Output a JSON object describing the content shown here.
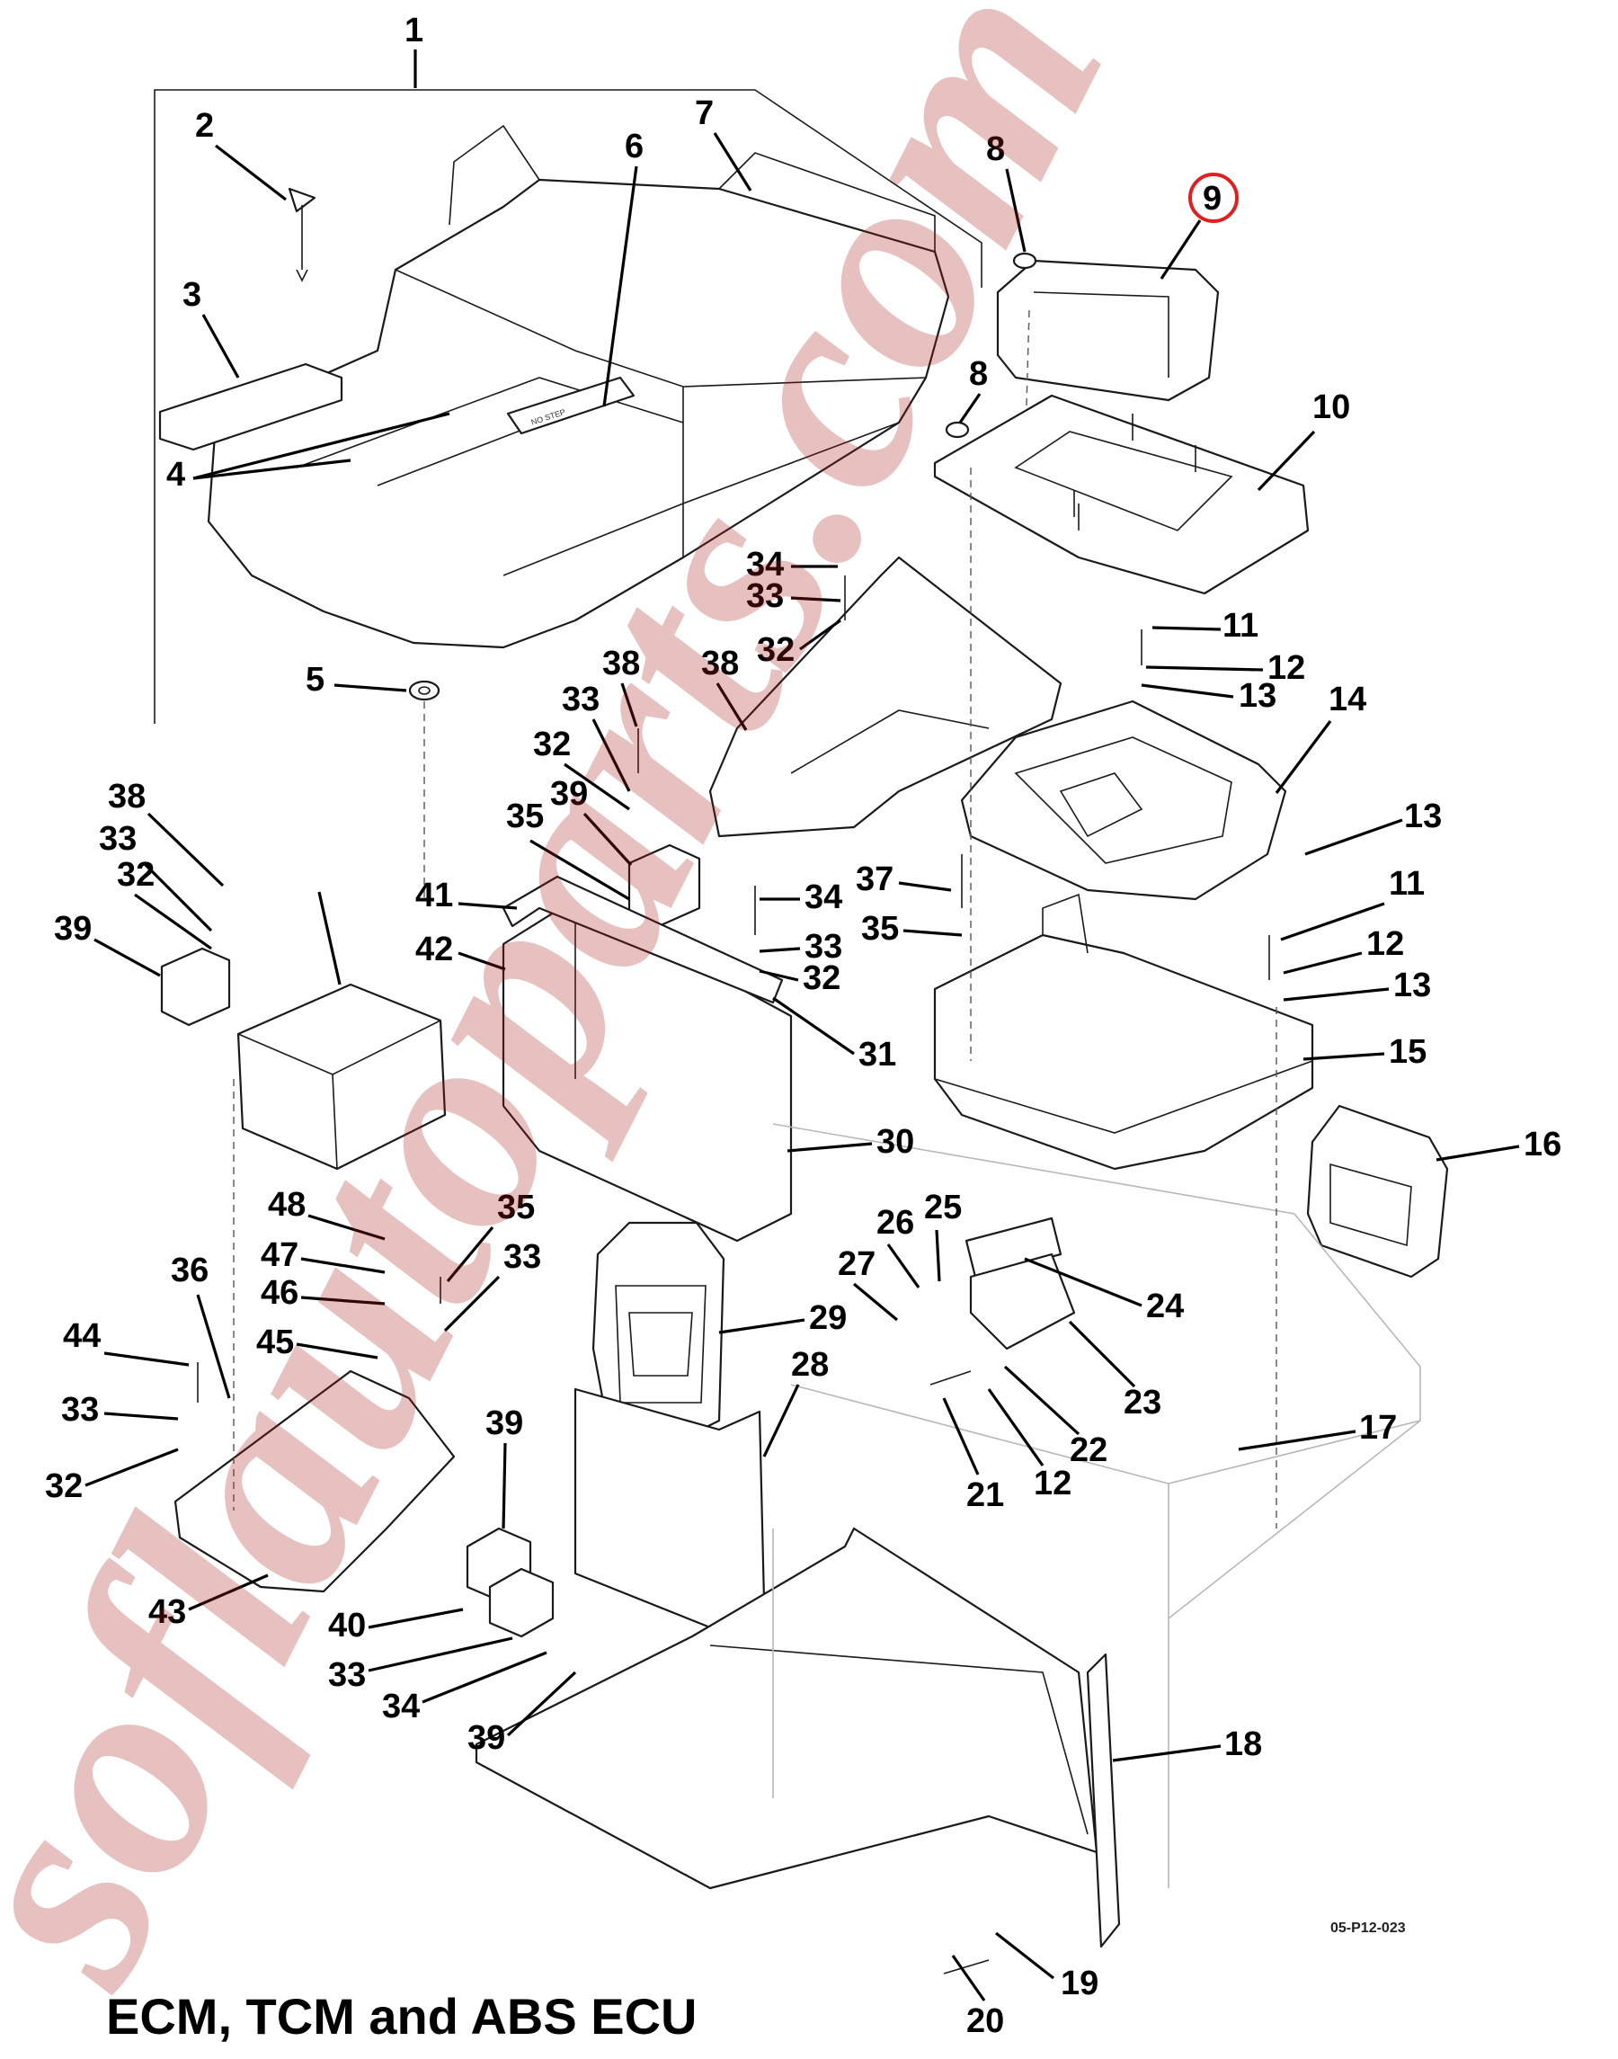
{
  "title": "ECM, TCM and ABS ECU",
  "figure_id": "05-P12-023",
  "watermark_text": "soflautoparts.com",
  "highlighted_callout": "9",
  "highlight_color": "#e02020",
  "watermark_color": "#a81d1d",
  "callouts": [
    "1",
    "2",
    "3",
    "4",
    "5",
    "6",
    "7",
    "8",
    "8",
    "9",
    "10",
    "11",
    "11",
    "12",
    "12",
    "12",
    "13",
    "13",
    "13",
    "14",
    "15",
    "16",
    "17",
    "18",
    "19",
    "20",
    "21",
    "22",
    "23",
    "24",
    "25",
    "26",
    "27",
    "28",
    "29",
    "30",
    "31",
    "32",
    "32",
    "32",
    "32",
    "32",
    "33",
    "33",
    "33",
    "33",
    "33",
    "33",
    "33",
    "34",
    "34",
    "34",
    "35",
    "35",
    "35",
    "36",
    "37",
    "38",
    "38",
    "38",
    "39",
    "39",
    "39",
    "39",
    "40",
    "41",
    "42",
    "43",
    "44",
    "45",
    "46",
    "47",
    "48"
  ]
}
